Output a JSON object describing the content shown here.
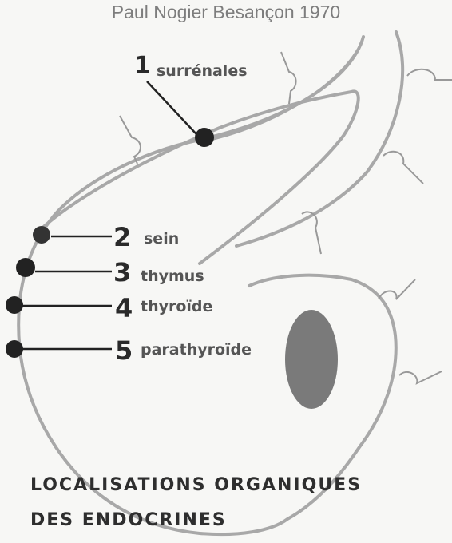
{
  "header": "Paul Nogier Besançon 1970",
  "points": [
    {
      "number": "1",
      "name": "surrénales"
    },
    {
      "number": "2",
      "name": "sein"
    },
    {
      "number": "3",
      "name": "thymus"
    },
    {
      "number": "4",
      "name": "thyroïde"
    },
    {
      "number": "5",
      "name": "parathyroïde"
    }
  ],
  "caption": {
    "line1": "LOCALISATIONS ORGANIQUES",
    "line2": "DES ENDOCRINES"
  },
  "colors": {
    "outline": "#a8a8a8",
    "point": "#222222",
    "lobe": "#7a7a7a"
  }
}
